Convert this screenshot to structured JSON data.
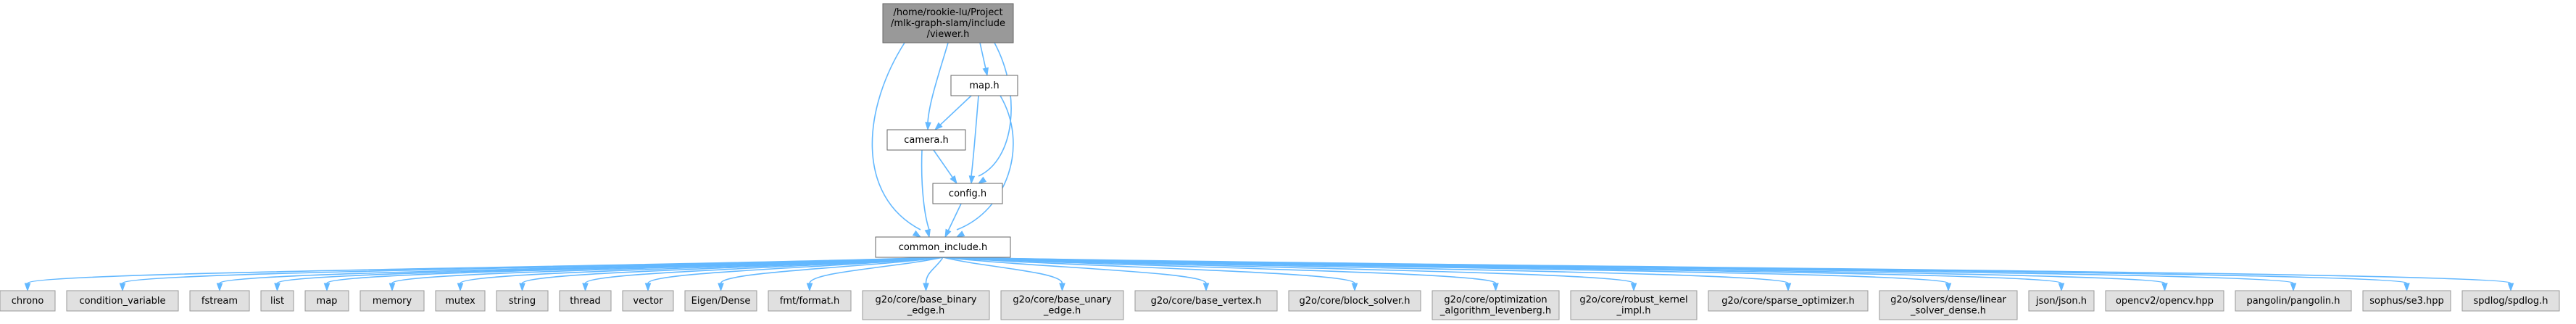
{
  "diagram": {
    "nodes": [
      {
        "id": "viewer",
        "kind": "root",
        "lines": [
          "/home/rookie-lu/Project",
          "/mlk-graph-slam/include",
          "/viewer.h"
        ]
      },
      {
        "id": "map",
        "kind": "local",
        "lines": [
          "map.h"
        ]
      },
      {
        "id": "camera",
        "kind": "local",
        "lines": [
          "camera.h"
        ]
      },
      {
        "id": "config",
        "kind": "local",
        "lines": [
          "config.h"
        ]
      },
      {
        "id": "common_include",
        "kind": "local",
        "lines": [
          "common_include.h"
        ]
      },
      {
        "id": "chrono",
        "kind": "ext",
        "lines": [
          "chrono"
        ]
      },
      {
        "id": "condition_variable",
        "kind": "ext",
        "lines": [
          "condition_variable"
        ]
      },
      {
        "id": "fstream",
        "kind": "ext",
        "lines": [
          "fstream"
        ]
      },
      {
        "id": "list",
        "kind": "ext",
        "lines": [
          "list"
        ]
      },
      {
        "id": "map_std",
        "kind": "ext",
        "lines": [
          "map"
        ]
      },
      {
        "id": "memory",
        "kind": "ext",
        "lines": [
          "memory"
        ]
      },
      {
        "id": "mutex",
        "kind": "ext",
        "lines": [
          "mutex"
        ]
      },
      {
        "id": "string",
        "kind": "ext",
        "lines": [
          "string"
        ]
      },
      {
        "id": "thread",
        "kind": "ext",
        "lines": [
          "thread"
        ]
      },
      {
        "id": "vector",
        "kind": "ext",
        "lines": [
          "vector"
        ]
      },
      {
        "id": "eigen_dense",
        "kind": "ext",
        "lines": [
          "Eigen/Dense"
        ]
      },
      {
        "id": "fmt_format",
        "kind": "ext",
        "lines": [
          "fmt/format.h"
        ]
      },
      {
        "id": "g2o_base_binary_edge",
        "kind": "ext",
        "lines": [
          "g2o/core/base_binary",
          "_edge.h"
        ]
      },
      {
        "id": "g2o_base_unary_edge",
        "kind": "ext",
        "lines": [
          "g2o/core/base_unary",
          "_edge.h"
        ]
      },
      {
        "id": "g2o_base_vertex",
        "kind": "ext",
        "lines": [
          "g2o/core/base_vertex.h"
        ]
      },
      {
        "id": "g2o_block_solver",
        "kind": "ext",
        "lines": [
          "g2o/core/block_solver.h"
        ]
      },
      {
        "id": "g2o_optimization_levenberg",
        "kind": "ext",
        "lines": [
          "g2o/core/optimization",
          "_algorithm_levenberg.h"
        ]
      },
      {
        "id": "g2o_robust_kernel_impl",
        "kind": "ext",
        "lines": [
          "g2o/core/robust_kernel",
          "_impl.h"
        ]
      },
      {
        "id": "g2o_sparse_optimizer",
        "kind": "ext",
        "lines": [
          "g2o/core/sparse_optimizer.h"
        ]
      },
      {
        "id": "g2o_linear_solver_dense",
        "kind": "ext",
        "lines": [
          "g2o/solvers/dense/linear",
          "_solver_dense.h"
        ]
      },
      {
        "id": "json_json",
        "kind": "ext",
        "lines": [
          "json/json.h"
        ]
      },
      {
        "id": "opencv_opencv",
        "kind": "ext",
        "lines": [
          "opencv2/opencv.hpp"
        ]
      },
      {
        "id": "pangolin_pangolin",
        "kind": "ext",
        "lines": [
          "pangolin/pangolin.h"
        ]
      },
      {
        "id": "sophus_se3",
        "kind": "ext",
        "lines": [
          "sophus/se3.hpp"
        ]
      },
      {
        "id": "spdlog_spdlog",
        "kind": "ext",
        "lines": [
          "spdlog/spdlog.h"
        ]
      }
    ],
    "edges": [
      [
        "viewer",
        "map"
      ],
      [
        "viewer",
        "camera"
      ],
      [
        "viewer",
        "config"
      ],
      [
        "viewer",
        "common_include"
      ],
      [
        "map",
        "camera"
      ],
      [
        "map",
        "config"
      ],
      [
        "map",
        "common_include"
      ],
      [
        "camera",
        "config"
      ],
      [
        "camera",
        "common_include"
      ],
      [
        "config",
        "common_include"
      ],
      [
        "common_include",
        "chrono"
      ],
      [
        "common_include",
        "condition_variable"
      ],
      [
        "common_include",
        "fstream"
      ],
      [
        "common_include",
        "list"
      ],
      [
        "common_include",
        "map_std"
      ],
      [
        "common_include",
        "memory"
      ],
      [
        "common_include",
        "mutex"
      ],
      [
        "common_include",
        "string"
      ],
      [
        "common_include",
        "thread"
      ],
      [
        "common_include",
        "vector"
      ],
      [
        "common_include",
        "eigen_dense"
      ],
      [
        "common_include",
        "fmt_format"
      ],
      [
        "common_include",
        "g2o_base_binary_edge"
      ],
      [
        "common_include",
        "g2o_base_unary_edge"
      ],
      [
        "common_include",
        "g2o_base_vertex"
      ],
      [
        "common_include",
        "g2o_block_solver"
      ],
      [
        "common_include",
        "g2o_optimization_levenberg"
      ],
      [
        "common_include",
        "g2o_robust_kernel_impl"
      ],
      [
        "common_include",
        "g2o_sparse_optimizer"
      ],
      [
        "common_include",
        "g2o_linear_solver_dense"
      ],
      [
        "common_include",
        "json_json"
      ],
      [
        "common_include",
        "opencv_opencv"
      ],
      [
        "common_include",
        "pangolin_pangolin"
      ],
      [
        "common_include",
        "sophus_se3"
      ],
      [
        "common_include",
        "spdlog_spdlog"
      ]
    ]
  }
}
